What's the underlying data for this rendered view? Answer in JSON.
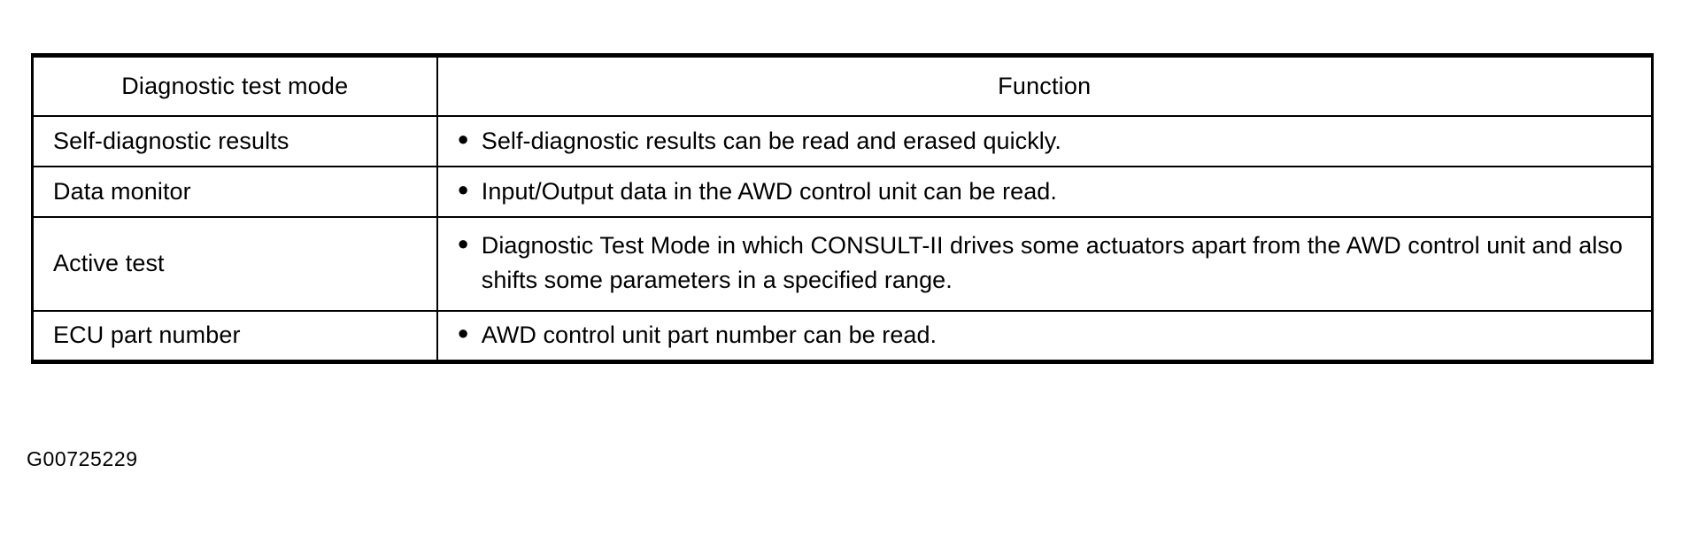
{
  "table": {
    "headers": {
      "mode": "Diagnostic test mode",
      "function": "Function"
    },
    "bullet_glyph": "●",
    "rows": [
      {
        "mode": "Self-diagnostic results",
        "function_lines": [
          "Self-diagnostic results can be read and erased quickly."
        ]
      },
      {
        "mode": "Data monitor",
        "function_lines": [
          "Input/Output data in the AWD control unit can be read."
        ]
      },
      {
        "mode": "Active test",
        "function_lines": [
          "Diagnostic Test Mode in which CONSULT-II drives some actuators apart from the AWD control unit and also shifts some parameters in a specified range."
        ]
      },
      {
        "mode": "ECU part number",
        "function_lines": [
          "AWD control unit part number can be read."
        ]
      }
    ]
  },
  "figure_id": "G00725229",
  "colors": {
    "ink": "#000000",
    "paper": "#ffffff"
  }
}
